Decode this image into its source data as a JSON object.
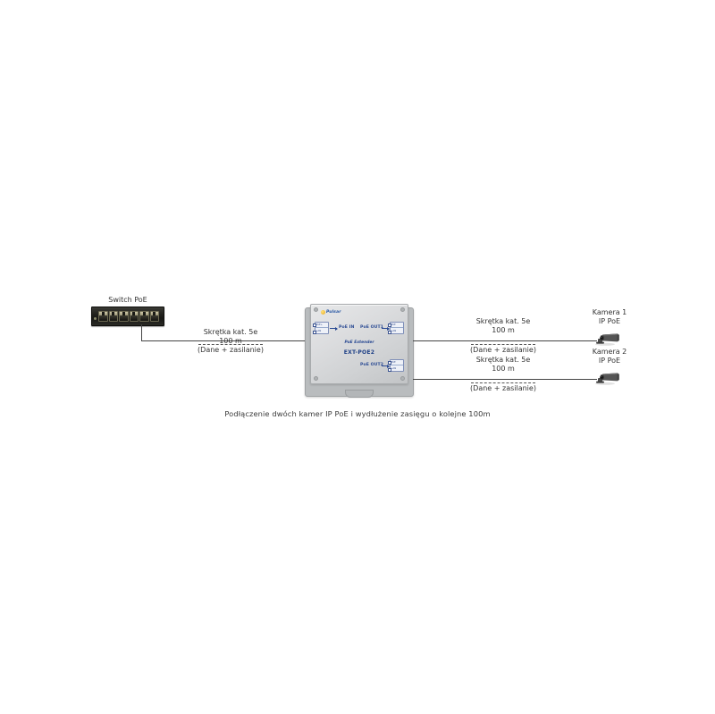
{
  "diagram": {
    "caption": "Podłączenie dwóch kamer IP PoE i wydłużenie zasięgu o kolejne 100m",
    "accent_color": "#2a4a93",
    "cable_color": "#444444"
  },
  "switch": {
    "title": "Switch PoE",
    "port_count": 6
  },
  "extender": {
    "brand": "Pulsar",
    "subtitle": "PoE Extender",
    "model": "EXT-POE2",
    "in_label": "PoE IN",
    "out1_label": "PoE OUT1",
    "out2_label": "PoE OUT2",
    "port_in": {
      "top": "PoE+",
      "bottom": "LAN"
    },
    "port_out1": {
      "top": "PoE",
      "bottom": "LAN"
    },
    "port_out2": {
      "top": "PoE",
      "bottom": "LAN"
    }
  },
  "cables": [
    {
      "id": "cable-switch-to-extender",
      "line1": "Skrętka kat. 5e",
      "line2": "100 m",
      "line3": "(Dane + zasilanie)"
    },
    {
      "id": "cable-extender-to-camera1",
      "line1": "Skrętka kat. 5e",
      "line2": "100 m",
      "line3": "(Dane + zasilanie)"
    },
    {
      "id": "cable-extender-to-camera2",
      "line1": "Skrętka kat. 5e",
      "line2": "100 m",
      "line3": "(Dane + zasilanie)"
    }
  ],
  "cameras": [
    {
      "line1": "Kamera 1",
      "line2": "IP PoE"
    },
    {
      "line1": "Kamera 2",
      "line2": "IP PoE"
    }
  ]
}
